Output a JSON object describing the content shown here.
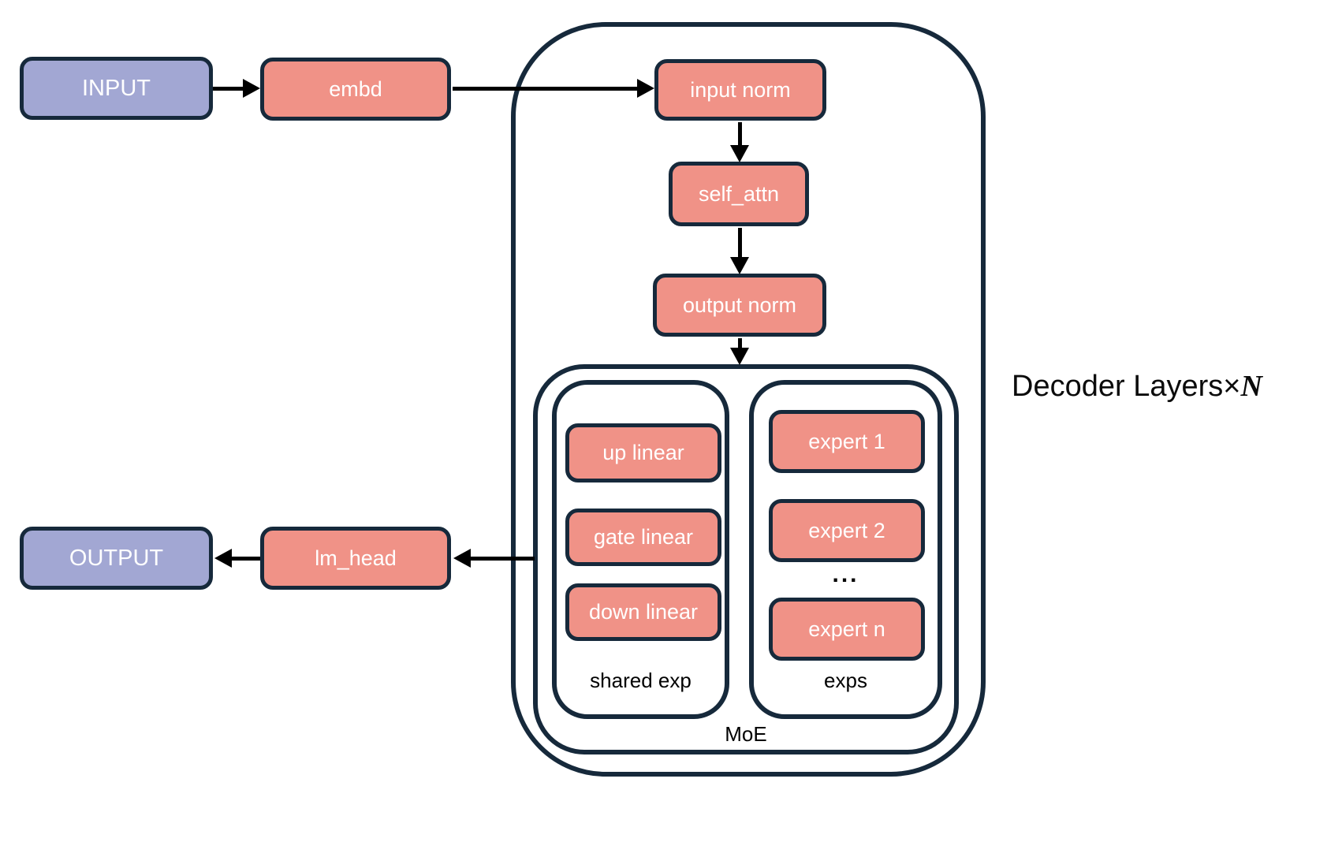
{
  "colors": {
    "io_fill": "#A2A7D3",
    "module_fill": "#F09287",
    "outline": "#16293B",
    "arrow": "#000000",
    "node_text": "#FFFFFF",
    "label_text": "#000000"
  },
  "io": {
    "input": "INPUT",
    "output": "OUTPUT"
  },
  "modules": {
    "embd": "embd",
    "lm_head": "lm_head",
    "input_norm": "input norm",
    "self_attn": "self_attn",
    "output_norm": "output norm"
  },
  "moe": {
    "label": "MoE",
    "shared": {
      "label": "shared exp",
      "blocks": [
        "up linear",
        "gate linear",
        "down linear"
      ]
    },
    "experts": {
      "label": "exps",
      "blocks": [
        "expert 1",
        "expert 2",
        "expert n"
      ],
      "ellipsis": "..."
    }
  },
  "decoder": {
    "label_prefix": "Decoder Layers×",
    "label_n": "N"
  }
}
